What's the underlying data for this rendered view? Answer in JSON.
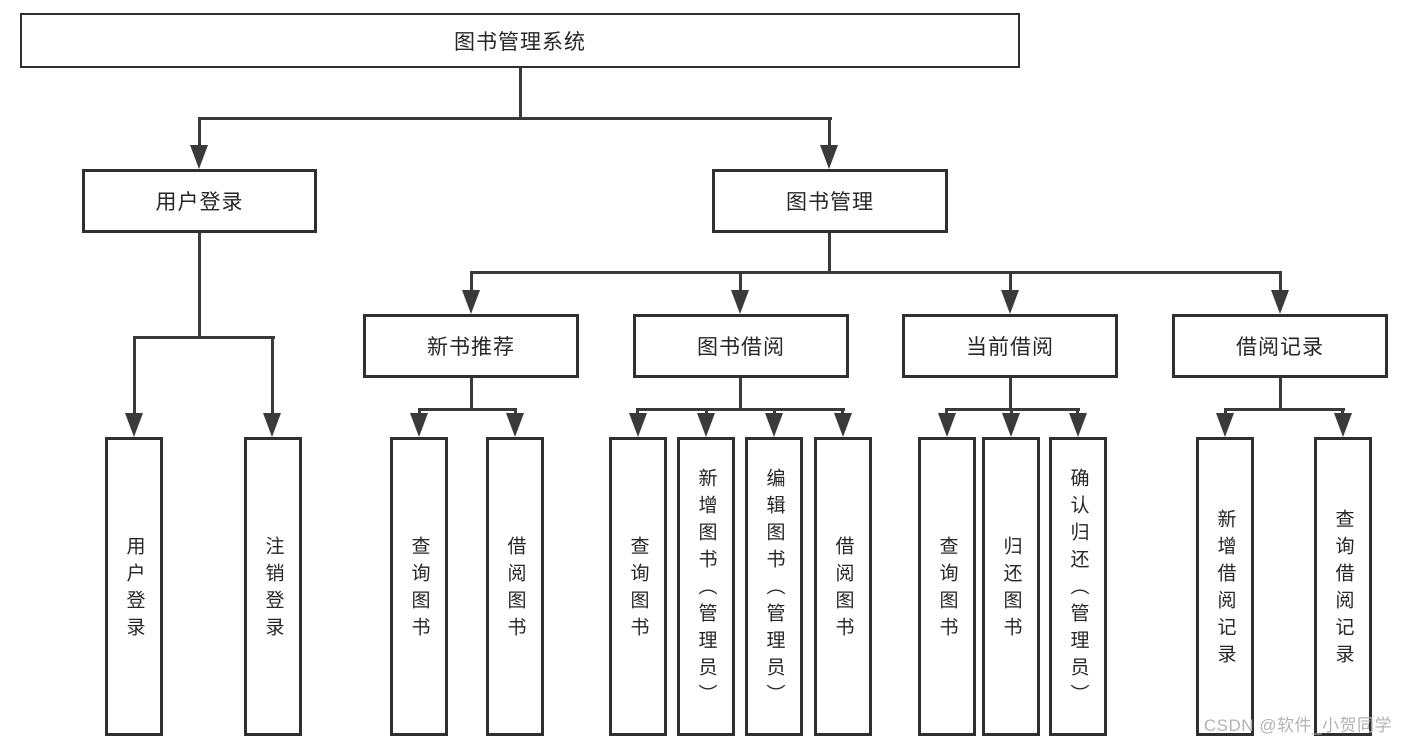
{
  "colors": {
    "line": "#3a3a3a",
    "border": "#2f2f2f",
    "text": "#262626",
    "watermark": "#b3b3b3",
    "background": "#ffffff"
  },
  "watermark": {
    "text": "CSDN @软件_小贺同学"
  },
  "diagram": {
    "root": {
      "label": "图书管理系统"
    },
    "children": [
      {
        "label": "用户登录",
        "children": [
          {
            "label": "用户登录"
          },
          {
            "label": "注销登录"
          }
        ]
      },
      {
        "label": "图书管理",
        "children": [
          {
            "label": "新书推荐",
            "children": [
              {
                "label": "查询图书"
              },
              {
                "label": "借阅图书"
              }
            ]
          },
          {
            "label": "图书借阅",
            "children": [
              {
                "label": "查询图书"
              },
              {
                "label": "新增图书（管理员）"
              },
              {
                "label": "编辑图书（管理员）"
              },
              {
                "label": "借阅图书"
              }
            ]
          },
          {
            "label": "当前借阅",
            "children": [
              {
                "label": "查询图书"
              },
              {
                "label": "归还图书"
              },
              {
                "label": "确认归还（管理员）"
              }
            ]
          },
          {
            "label": "借阅记录",
            "children": [
              {
                "label": "新增借阅记录"
              },
              {
                "label": "查询借阅记录"
              }
            ]
          }
        ]
      }
    ]
  }
}
